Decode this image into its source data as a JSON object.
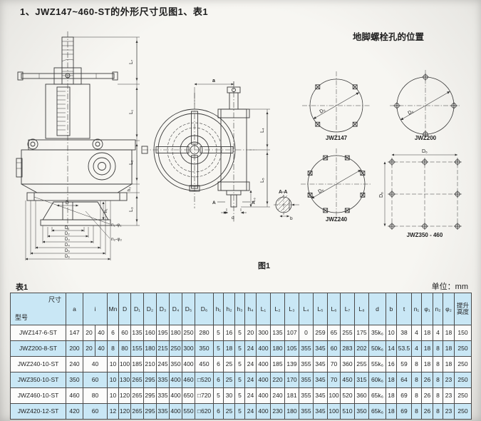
{
  "page": {
    "title": "1、JWZ147~460-ST的外形尺寸见图1、表1",
    "figure_caption": "图1",
    "table_label": "表1",
    "unit_label": "单位：mm"
  },
  "figure": {
    "front": {
      "L7": "L₇",
      "L1": "L₁",
      "L2": "L₂",
      "h3": "h₃",
      "L3": "L₃",
      "h1": "h₁",
      "D": "D",
      "D1": "D₁",
      "D2": "D₂",
      "D3": "D₃",
      "D4": "D₄",
      "D5": "D₅",
      "D6": "D₆",
      "n1": "n₁-φ₁",
      "n2": "n₂-φ₂"
    },
    "top": {
      "a": "a",
      "L4": "L₄",
      "L5": "L₅",
      "L6": "L₆",
      "A1": "A",
      "A2": "A",
      "d": "d"
    },
    "section": {
      "title": "A-A",
      "b": "b"
    },
    "anchors": {
      "title": "地脚螺栓孔的位置",
      "d147": {
        "caption": "JWZ147",
        "dim": "D₆"
      },
      "d200": {
        "caption": "JWZ200",
        "dim": "D₆"
      },
      "d240": {
        "caption": "JWZ240",
        "dim": "D₆"
      },
      "d350": {
        "caption": "JWZ350 - 460",
        "dimh": "D₆",
        "dimv": "D₆"
      }
    }
  },
  "table": {
    "corner": {
      "top": "尺寸",
      "bottom": "型号"
    },
    "columns": [
      "a",
      "i",
      "Mn",
      "D",
      "D₁",
      "D₂",
      "D₃",
      "D₄",
      "D₅",
      "D₆",
      "h₁",
      "h₂",
      "h₃",
      "h₄",
      "L₁",
      "L₂",
      "L₃",
      "L₄",
      "L₅",
      "L₆",
      "L₇",
      "L₈",
      "d",
      "b",
      "t",
      "n₁",
      "φ₁",
      "n₂",
      "φ₂",
      "提升高度"
    ],
    "rows": [
      {
        "model": "JWZ147-6-ST",
        "a": "147",
        "i": [
          "20",
          "40"
        ],
        "rest": [
          "6",
          "60",
          "135",
          "160",
          "195",
          "180",
          "250",
          "280",
          "5",
          "16",
          "5",
          "20",
          "300",
          "135",
          "107",
          "0",
          "259",
          "65",
          "255",
          "175",
          "35k₆",
          "10",
          "38",
          "4",
          "18",
          "4",
          "18",
          "150"
        ]
      },
      {
        "model": "JWZ200-8-ST",
        "a": "200",
        "i": [
          "20",
          "40"
        ],
        "rest": [
          "8",
          "80",
          "155",
          "180",
          "215",
          "250",
          "300",
          "350",
          "5",
          "18",
          "5",
          "24",
          "400",
          "180",
          "105",
          "355",
          "345",
          "60",
          "283",
          "202",
          "50k₆",
          "14",
          "53.5",
          "4",
          "18",
          "8",
          "18",
          "250"
        ]
      },
      {
        "model": "JWZ240-10-ST",
        "a": "240",
        "i": [
          "40"
        ],
        "rest": [
          "10",
          "100",
          "185",
          "210",
          "245",
          "350",
          "400",
          "450",
          "6",
          "25",
          "5",
          "24",
          "400",
          "185",
          "139",
          "355",
          "345",
          "70",
          "360",
          "255",
          "55k₆",
          "16",
          "59",
          "8",
          "18",
          "8",
          "18",
          "250"
        ]
      },
      {
        "model": "JWZ350-10-ST",
        "a": "350",
        "i": [
          "60"
        ],
        "rest": [
          "10",
          "130",
          "265",
          "295",
          "335",
          "400",
          "460",
          "□520",
          "6",
          "25",
          "5",
          "24",
          "400",
          "220",
          "170",
          "355",
          "345",
          "70",
          "450",
          "315",
          "60k₆",
          "18",
          "64",
          "8",
          "26",
          "8",
          "23",
          "250"
        ]
      },
      {
        "model": "JWZ460-10-ST",
        "a": "460",
        "i": [
          "80"
        ],
        "rest": [
          "10",
          "120",
          "265",
          "295",
          "335",
          "400",
          "650",
          "□720",
          "5",
          "30",
          "5",
          "24",
          "400",
          "240",
          "181",
          "355",
          "345",
          "100",
          "520",
          "360",
          "65k₆",
          "18",
          "69",
          "8",
          "26",
          "8",
          "23",
          "250"
        ]
      },
      {
        "model": "JWZ420-12-ST",
        "a": "420",
        "i": [
          "60"
        ],
        "rest": [
          "12",
          "120",
          "265",
          "295",
          "335",
          "400",
          "550",
          "□620",
          "6",
          "25",
          "5",
          "24",
          "400",
          "230",
          "180",
          "355",
          "345",
          "100",
          "510",
          "350",
          "65k₆",
          "18",
          "69",
          "8",
          "26",
          "8",
          "23",
          "250"
        ]
      }
    ]
  }
}
